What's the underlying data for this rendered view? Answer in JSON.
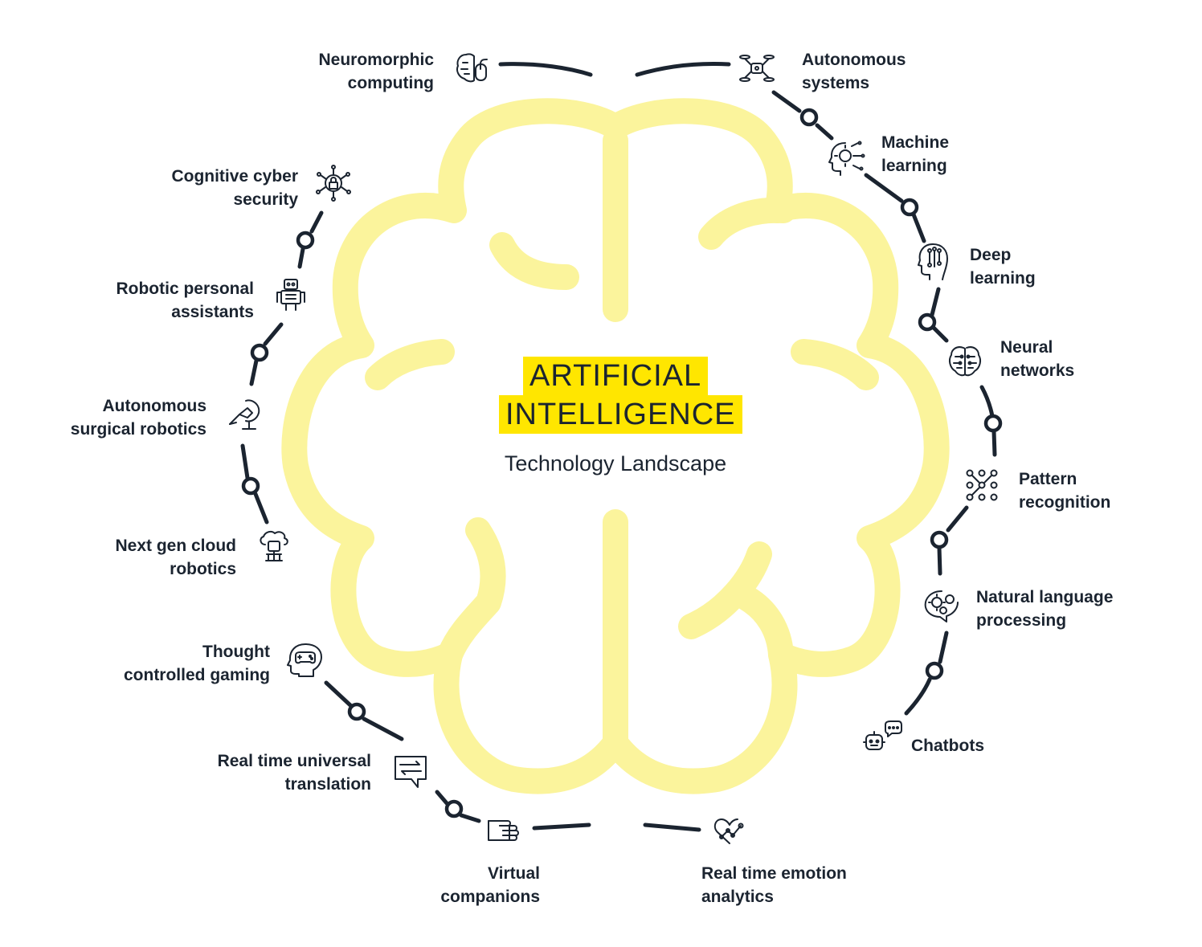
{
  "title": {
    "line1": "ARTIFICIAL",
    "line2": "INTELLIGENCE",
    "subtitle": "Technology Landscape"
  },
  "colors": {
    "brain": "#fbf49c",
    "highlight": "#ffe600",
    "ink": "#1b2430"
  },
  "items": [
    {
      "lines": [
        "Neuromorphic",
        "computing"
      ],
      "icon": "brain-mouse-icon"
    },
    {
      "lines": [
        "Autonomous",
        "systems"
      ],
      "icon": "drone-icon"
    },
    {
      "lines": [
        "Machine",
        "learning"
      ],
      "icon": "gear-head-icon"
    },
    {
      "lines": [
        "Deep",
        "learning"
      ],
      "icon": "circuit-head-icon"
    },
    {
      "lines": [
        "Neural",
        "networks"
      ],
      "icon": "circuit-brain-icon"
    },
    {
      "lines": [
        "Pattern",
        "recognition"
      ],
      "icon": "dot-grid-pattern-icon"
    },
    {
      "lines": [
        "Natural language",
        "processing"
      ],
      "icon": "speech-gears-icon"
    },
    {
      "lines": [
        "Chatbots"
      ],
      "icon": "robot-chat-icon"
    },
    {
      "lines": [
        "Real time emotion",
        "analytics"
      ],
      "icon": "heart-graph-icon"
    },
    {
      "lines": [
        "Virtual",
        "companions"
      ],
      "icon": "robotic-hand-icon"
    },
    {
      "lines": [
        "Real time universal",
        "translation"
      ],
      "icon": "translation-chat-icon"
    },
    {
      "lines": [
        "Thought",
        "controlled gaming"
      ],
      "icon": "gamepad-head-icon"
    },
    {
      "lines": [
        "Next gen cloud",
        "robotics"
      ],
      "icon": "cloud-robot-icon"
    },
    {
      "lines": [
        "Autonomous",
        "surgical robotics"
      ],
      "icon": "surgical-arm-icon"
    },
    {
      "lines": [
        "Robotic personal",
        "assistants"
      ],
      "icon": "robot-icon"
    },
    {
      "lines": [
        "Cognitive cyber",
        "security"
      ],
      "icon": "security-lock-network-icon"
    }
  ]
}
